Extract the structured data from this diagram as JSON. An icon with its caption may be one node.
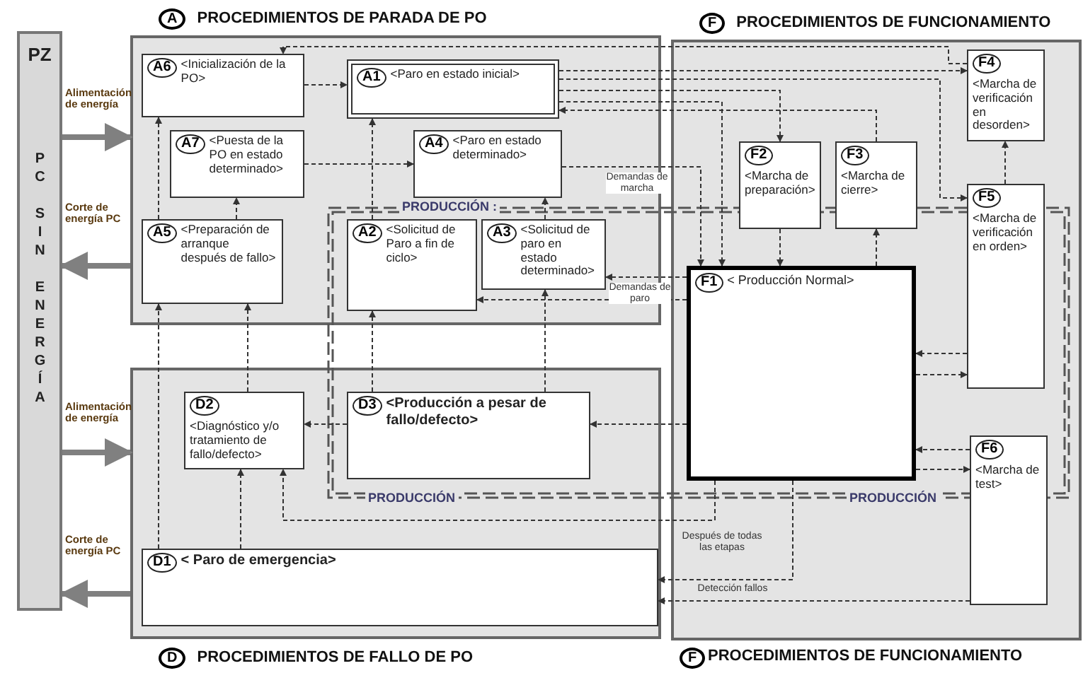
{
  "diagram": {
    "nodes": [
      {
        "text": [
          "PZ",
          "PC SIN ENERGÍA"
        ]
      },
      {
        "text": [
          "A",
          "PROCEDIMIENTOS DE PARADA DE PO"
        ]
      },
      {
        "text": [
          "A6",
          "<Inicialización de la PO>"
        ],
        "in": 1
      },
      {
        "text": [
          "A1",
          "<Paro en estado inicial>"
        ],
        "in": 1
      },
      {
        "text": [
          "A7",
          "<Puesta de la PO en estado determinado>"
        ],
        "in": 1
      },
      {
        "text": [
          "A4",
          "<Paro en estado determinado>"
        ],
        "in": 1
      },
      {
        "text": [
          "A5",
          "<Preparación de arranque después de fallo>"
        ],
        "in": 1
      },
      {
        "text": [
          "A2",
          "<Solicitud de Paro a fin de ciclo>"
        ],
        "in": 1
      },
      {
        "text": [
          "A3",
          "<Solicitud de paro en estado determinado>"
        ],
        "in": 1
      },
      {
        "text": [
          "D",
          "PROCEDIMIENTOS DE FALLO DE PO"
        ]
      },
      {
        "text": [
          "D2",
          "<Diagnóstico y/o tratamiento de fallo/defecto>"
        ],
        "in": 9
      },
      {
        "text": [
          "D3",
          "<Producción a pesar de fallo/defecto>"
        ],
        "in": 9
      },
      {
        "text": [
          "D1",
          "< Paro de emergencia>"
        ],
        "in": 9
      },
      {
        "text": [
          "F",
          "PROCEDIMIENTOS DE FUNCIONAMIENTO"
        ]
      },
      {
        "text": [
          "F4",
          "<Marcha de verificación en desorden>"
        ],
        "in": 13
      },
      {
        "text": [
          "F2",
          "<Marcha de preparación>"
        ],
        "in": 13
      },
      {
        "text": [
          "F3",
          "<Marcha de cierre>"
        ],
        "in": 13
      },
      {
        "text": [
          "F5",
          "<Marcha de verificación en orden>"
        ],
        "in": 13
      },
      {
        "text": [
          "F1",
          "< Producción Normal>"
        ],
        "in": 13
      },
      {
        "text": [
          "F6",
          "<Marcha de test>"
        ],
        "in": 13
      }
    ],
    "edges": [
      {
        "from": 0,
        "to": 1,
        "arrow": "to",
        "label": "Alimentación de energía",
        "style": "thick",
        "color": "#808080"
      },
      {
        "from": 1,
        "to": 0,
        "arrow": "to",
        "label": "Corte de energía PC",
        "style": "thick",
        "color": "#808080"
      },
      {
        "from": 0,
        "to": 9,
        "arrow": "to",
        "label": "Alimentación de energía",
        "style": "thick",
        "color": "#808080"
      },
      {
        "from": 9,
        "to": 0,
        "arrow": "to",
        "label": "Corte de energía PC",
        "style": "thick",
        "color": "#808080"
      },
      {
        "from": 2,
        "to": 3,
        "arrow": "to",
        "style": "dashed"
      },
      {
        "from": 4,
        "to": 5,
        "arrow": "to",
        "style": "dashed"
      },
      {
        "from": 6,
        "to": 4,
        "arrow": "to",
        "style": "dashed"
      },
      {
        "from": 6,
        "to": 2,
        "arrow": "to",
        "style": "dashed"
      },
      {
        "from": 7,
        "to": 3,
        "arrow": "to",
        "style": "dashed"
      },
      {
        "from": 8,
        "to": 5,
        "arrow": "to",
        "style": "dashed"
      },
      {
        "from": 14,
        "to": 2,
        "arrow": "to",
        "style": "dashed"
      },
      {
        "from": 3,
        "to": 14,
        "arrow": "to",
        "style": "dashed"
      },
      {
        "from": 3,
        "to": 17,
        "arrow": "to",
        "style": "dashed"
      },
      {
        "from": 3,
        "to": 15,
        "arrow": "to",
        "style": "dashed"
      },
      {
        "from": 3,
        "to": 18,
        "arrow": "to",
        "style": "dashed"
      },
      {
        "from": 16,
        "to": 3,
        "arrow": "to",
        "style": "dashed"
      },
      {
        "from": 5,
        "to": 18,
        "arrow": "to",
        "label": "Demandas de marcha",
        "style": "dashed"
      },
      {
        "from": 18,
        "to": 8,
        "arrow": "to",
        "label": "Demandas de paro",
        "style": "dashed"
      },
      {
        "from": 18,
        "to": 7,
        "arrow": "to",
        "style": "dashed"
      },
      {
        "from": 15,
        "to": 18,
        "arrow": "to",
        "style": "dashed"
      },
      {
        "from": 18,
        "to": 16,
        "arrow": "to",
        "style": "dashed"
      },
      {
        "from": 17,
        "to": 14,
        "arrow": "to",
        "style": "dashed"
      },
      {
        "from": 17,
        "to": 18,
        "arrow": "to",
        "style": "dashed"
      },
      {
        "from": 18,
        "to": 17,
        "arrow": "to",
        "style": "dashed"
      },
      {
        "from": 19,
        "to": 18,
        "arrow": "to",
        "style": "dashed"
      },
      {
        "from": 18,
        "to": 19,
        "arrow": "to",
        "style": "dashed"
      },
      {
        "from": 18,
        "to": 11,
        "arrow": "to",
        "style": "dashed"
      },
      {
        "from": 11,
        "to": 10,
        "arrow": "to",
        "style": "dashed"
      },
      {
        "from": 10,
        "to": 6,
        "arrow": "to",
        "style": "dashed"
      },
      {
        "from": 12,
        "to": 10,
        "arrow": "to",
        "style": "dashed"
      },
      {
        "from": 12,
        "to": 6,
        "arrow": "to",
        "style": "dashed"
      },
      {
        "from": 11,
        "to": 7,
        "arrow": "to",
        "style": "dashed"
      },
      {
        "from": 11,
        "to": 8,
        "arrow": "to",
        "style": "dashed"
      },
      {
        "from": 18,
        "to": 10,
        "arrow": "to",
        "style": "dashed"
      },
      {
        "from": 18,
        "to": 12,
        "arrow": "to",
        "label": "Detección fallos",
        "style": "dashed"
      },
      {
        "from": 19,
        "to": 12,
        "arrow": "to",
        "style": "dashed"
      }
    ],
    "labels": [
      "PRODUCCIÓN :",
      "PRODUCCIÓN",
      "PRODUCCIÓN",
      "Después de todas las etapas",
      "F",
      "PROCEDIMIENTOS DE FUNCIONAMIENTO"
    ]
  }
}
